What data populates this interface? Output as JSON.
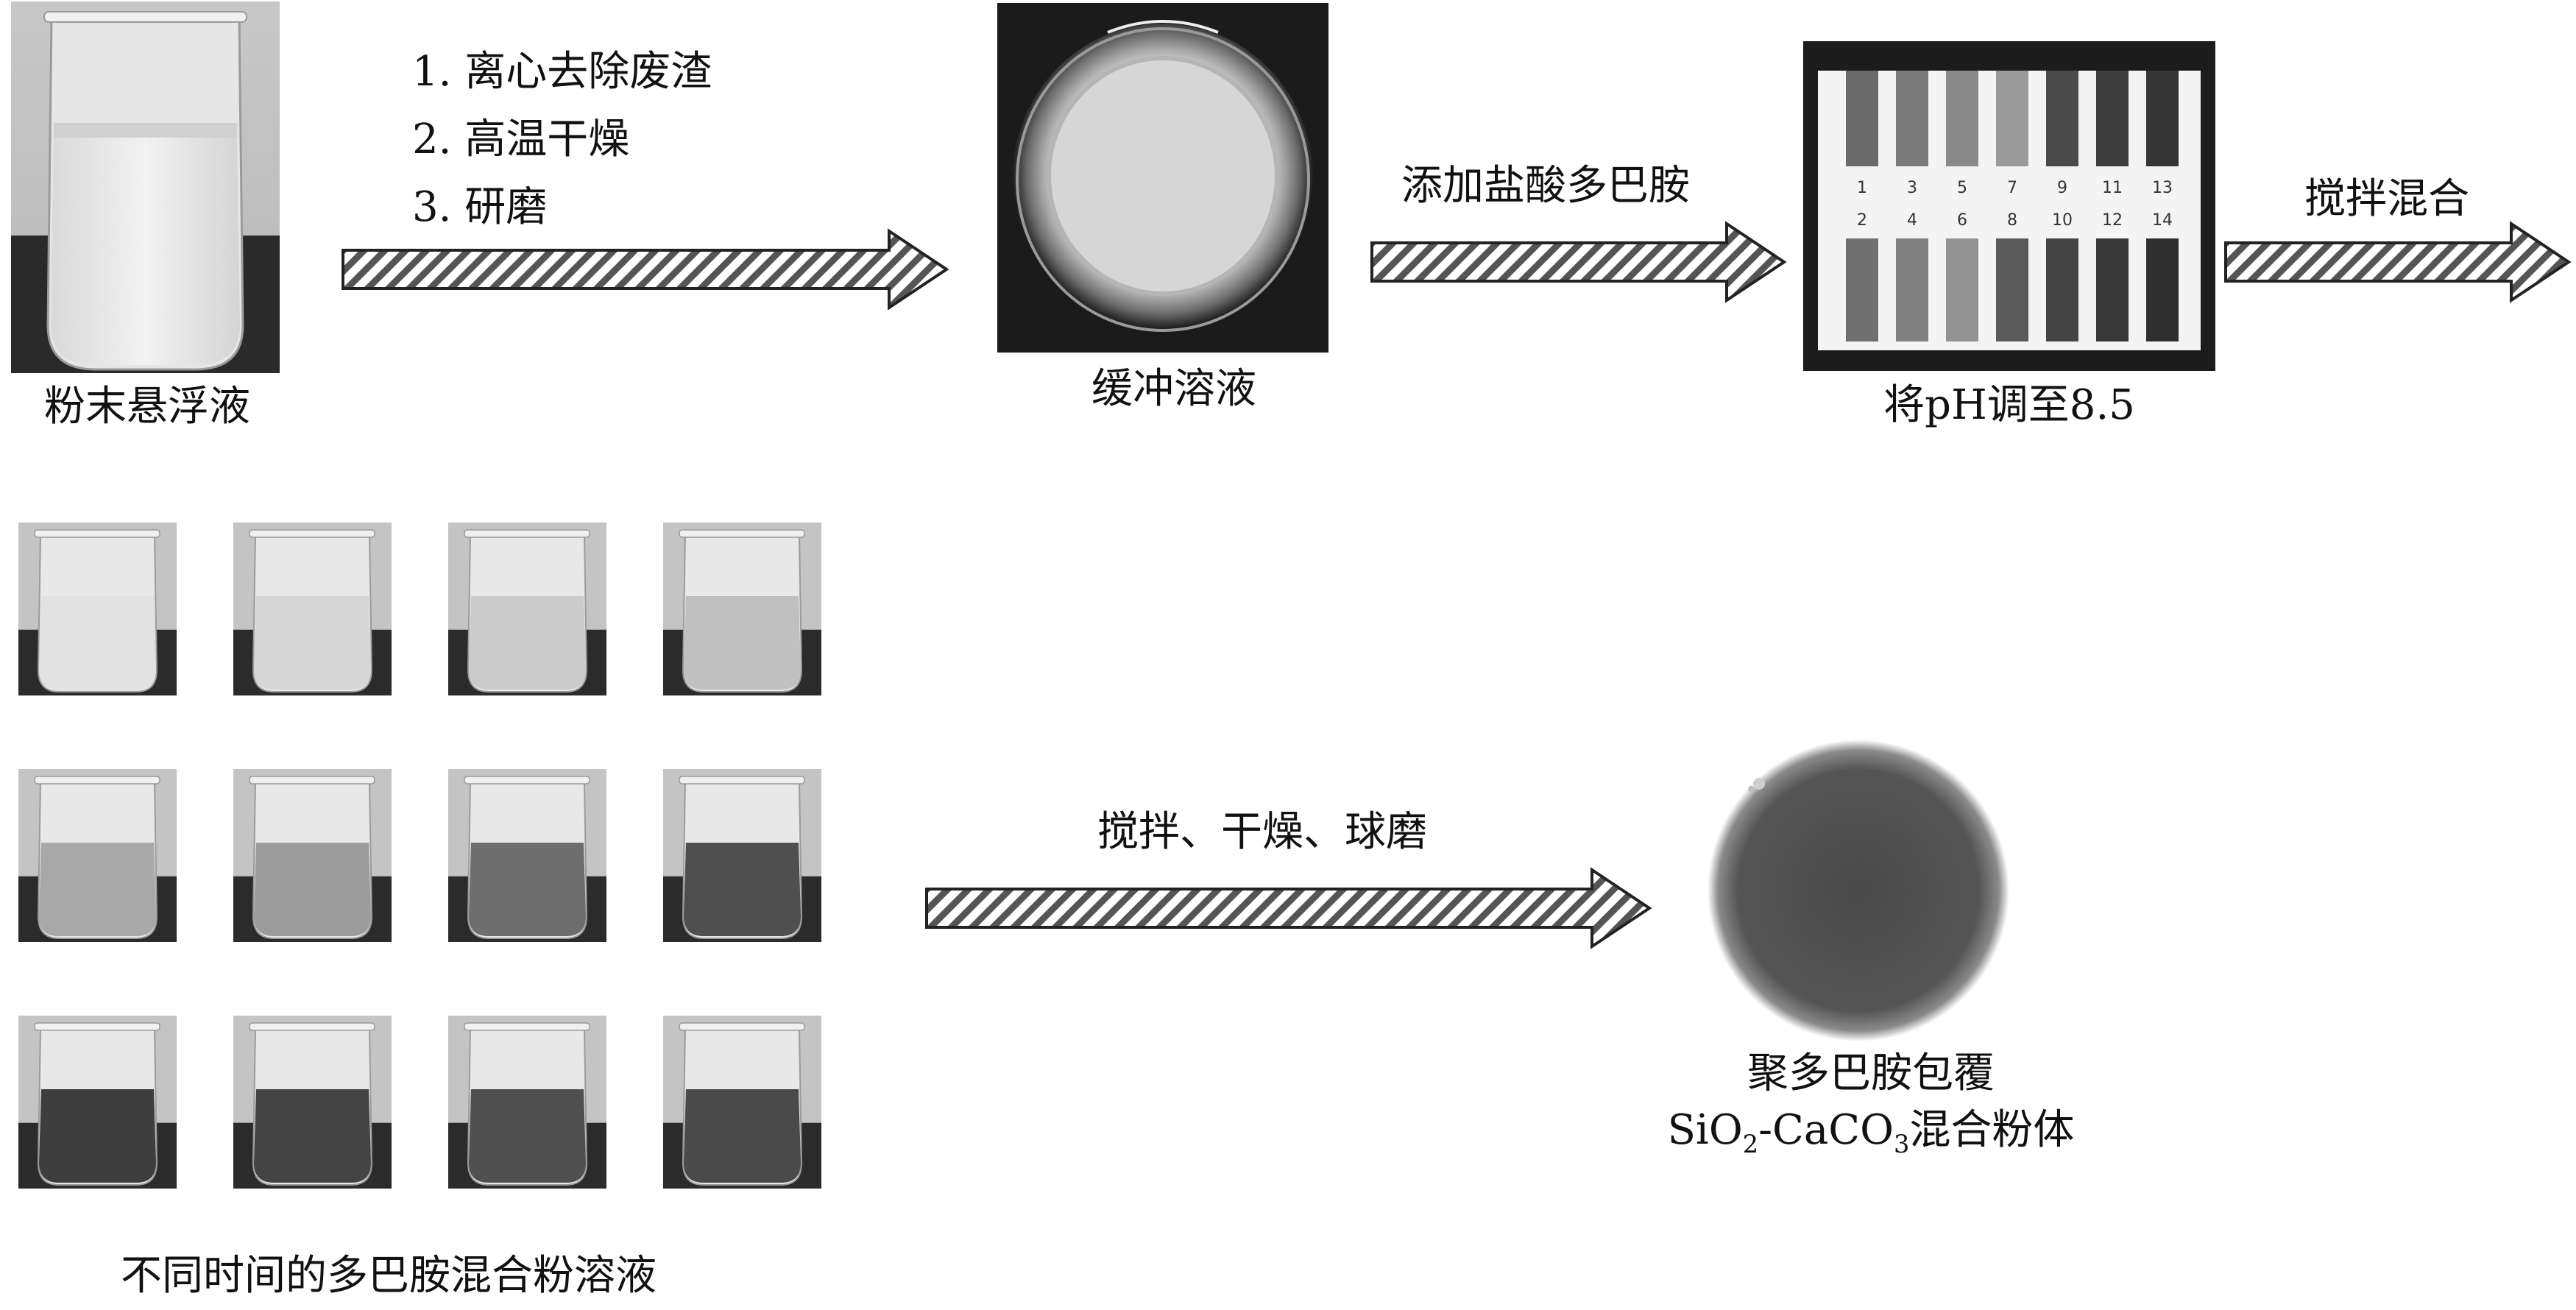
{
  "top_row": {
    "suspension_label": "粉末悬浮液",
    "steps": [
      "1. 离心去除废渣",
      "2. 高温干燥",
      "3. 研磨"
    ],
    "buffer_label": "缓冲溶液",
    "add_label": "添加盐酸多巴胺",
    "ph_label": "将pH调至8.5",
    "stir_label": "搅拌混合",
    "ph_strip_numbers_top": [
      "1",
      "3",
      "5",
      "7",
      "9",
      "11",
      "13"
    ],
    "ph_strip_numbers_bottom": [
      "2",
      "4",
      "6",
      "8",
      "10",
      "12",
      "14"
    ]
  },
  "bottom_row": {
    "solutions_label": "不同时间的多巴胺混合粉溶液",
    "process_label": "搅拌、干燥、球磨",
    "product_label_line1": "聚多巴胺包覆",
    "product_formula": {
      "si": "SiO",
      "sub2": "2",
      "ca": "-CaCO",
      "sub3": "3",
      "rest": "混合粉体"
    }
  },
  "colors": {
    "arrow_stripe": "#555555",
    "border": "#222222"
  }
}
